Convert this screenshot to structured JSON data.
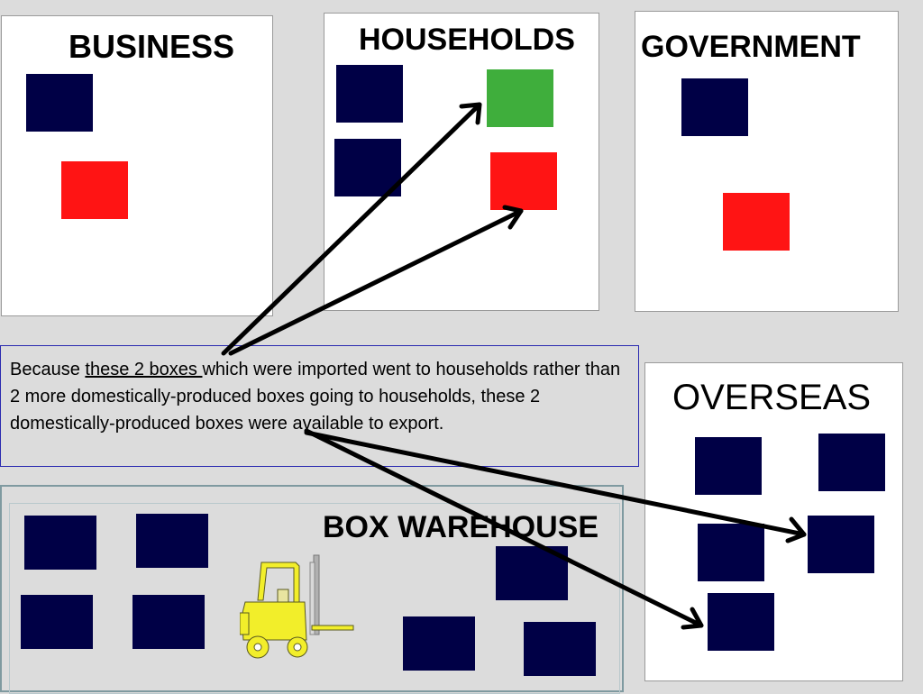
{
  "panels": {
    "business": {
      "title": "BUSINESS"
    },
    "households": {
      "title": "HOUSEHOLDS"
    },
    "government": {
      "title": "GOVERNMENT"
    },
    "overseas": {
      "title": "OVERSEAS"
    }
  },
  "warehouse": {
    "title": "BOX WAREHOUSE"
  },
  "note": {
    "prefix": "Because ",
    "underlined": "these 2 boxes ",
    "rest": "which were imported went to households rather than 2 more domestically-produced boxes going to households,  these 2 domestically-produced boxes were available to export."
  },
  "colors": {
    "box_domestic": "#000046",
    "box_imported": "#ff1414",
    "box_green": "#3fae3c",
    "forklift": "#f2ee2a",
    "arrow": "#000000"
  },
  "icons": {
    "forklift": "forklift-icon"
  }
}
